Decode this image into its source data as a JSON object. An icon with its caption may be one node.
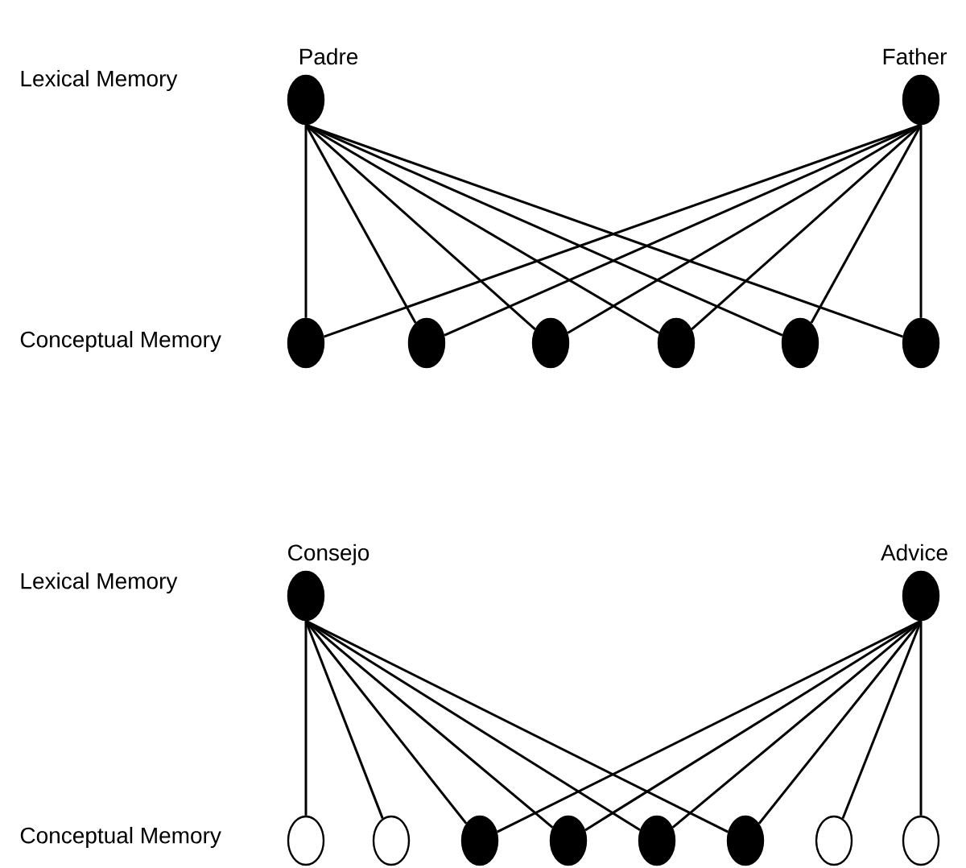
{
  "diagram": {
    "nodes": [
      {
        "text": [
          "Padre"
        ]
      },
      {
        "text": [
          "Father"
        ]
      },
      {
        "text": [],
        "shape": "dot"
      },
      {
        "text": [],
        "shape": "dot"
      },
      {
        "text": [],
        "shape": "dot"
      },
      {
        "text": [],
        "shape": "dot"
      },
      {
        "text": [],
        "shape": "dot"
      },
      {
        "text": [],
        "shape": "dot"
      },
      {
        "text": [
          "Consejo"
        ]
      },
      {
        "text": [
          "Advice"
        ]
      },
      {
        "text": [],
        "shape": "circle"
      },
      {
        "text": [],
        "shape": "circle"
      },
      {
        "text": [],
        "shape": "dot"
      },
      {
        "text": [],
        "shape": "dot"
      },
      {
        "text": [],
        "shape": "dot"
      },
      {
        "text": [],
        "shape": "dot"
      },
      {
        "text": [],
        "shape": "circle"
      },
      {
        "text": [],
        "shape": "circle"
      }
    ],
    "edges": [
      {
        "from": 0,
        "to": 2,
        "arrow": "none"
      },
      {
        "from": 0,
        "to": 3,
        "arrow": "none"
      },
      {
        "from": 0,
        "to": 4,
        "arrow": "none"
      },
      {
        "from": 0,
        "to": 5,
        "arrow": "none"
      },
      {
        "from": 0,
        "to": 6,
        "arrow": "none"
      },
      {
        "from": 0,
        "to": 7,
        "arrow": "none"
      },
      {
        "from": 1,
        "to": 2,
        "arrow": "none"
      },
      {
        "from": 1,
        "to": 3,
        "arrow": "none"
      },
      {
        "from": 1,
        "to": 4,
        "arrow": "none"
      },
      {
        "from": 1,
        "to": 5,
        "arrow": "none"
      },
      {
        "from": 1,
        "to": 6,
        "arrow": "none"
      },
      {
        "from": 1,
        "to": 7,
        "arrow": "none"
      },
      {
        "from": 8,
        "to": 10,
        "arrow": "none"
      },
      {
        "from": 8,
        "to": 11,
        "arrow": "none"
      },
      {
        "from": 8,
        "to": 12,
        "arrow": "none"
      },
      {
        "from": 8,
        "to": 13,
        "arrow": "none"
      },
      {
        "from": 8,
        "to": 14,
        "arrow": "none"
      },
      {
        "from": 8,
        "to": 15,
        "arrow": "none"
      },
      {
        "from": 9,
        "to": 12,
        "arrow": "none"
      },
      {
        "from": 9,
        "to": 13,
        "arrow": "none"
      },
      {
        "from": 9,
        "to": 14,
        "arrow": "none"
      },
      {
        "from": 9,
        "to": 15,
        "arrow": "none"
      },
      {
        "from": 9,
        "to": 16,
        "arrow": "none"
      },
      {
        "from": 9,
        "to": 17,
        "arrow": "none"
      }
    ],
    "labels": [
      "Lexical Memory",
      "Conceptual Memory",
      "Lexical Memory",
      "Conceptual Memory"
    ]
  }
}
